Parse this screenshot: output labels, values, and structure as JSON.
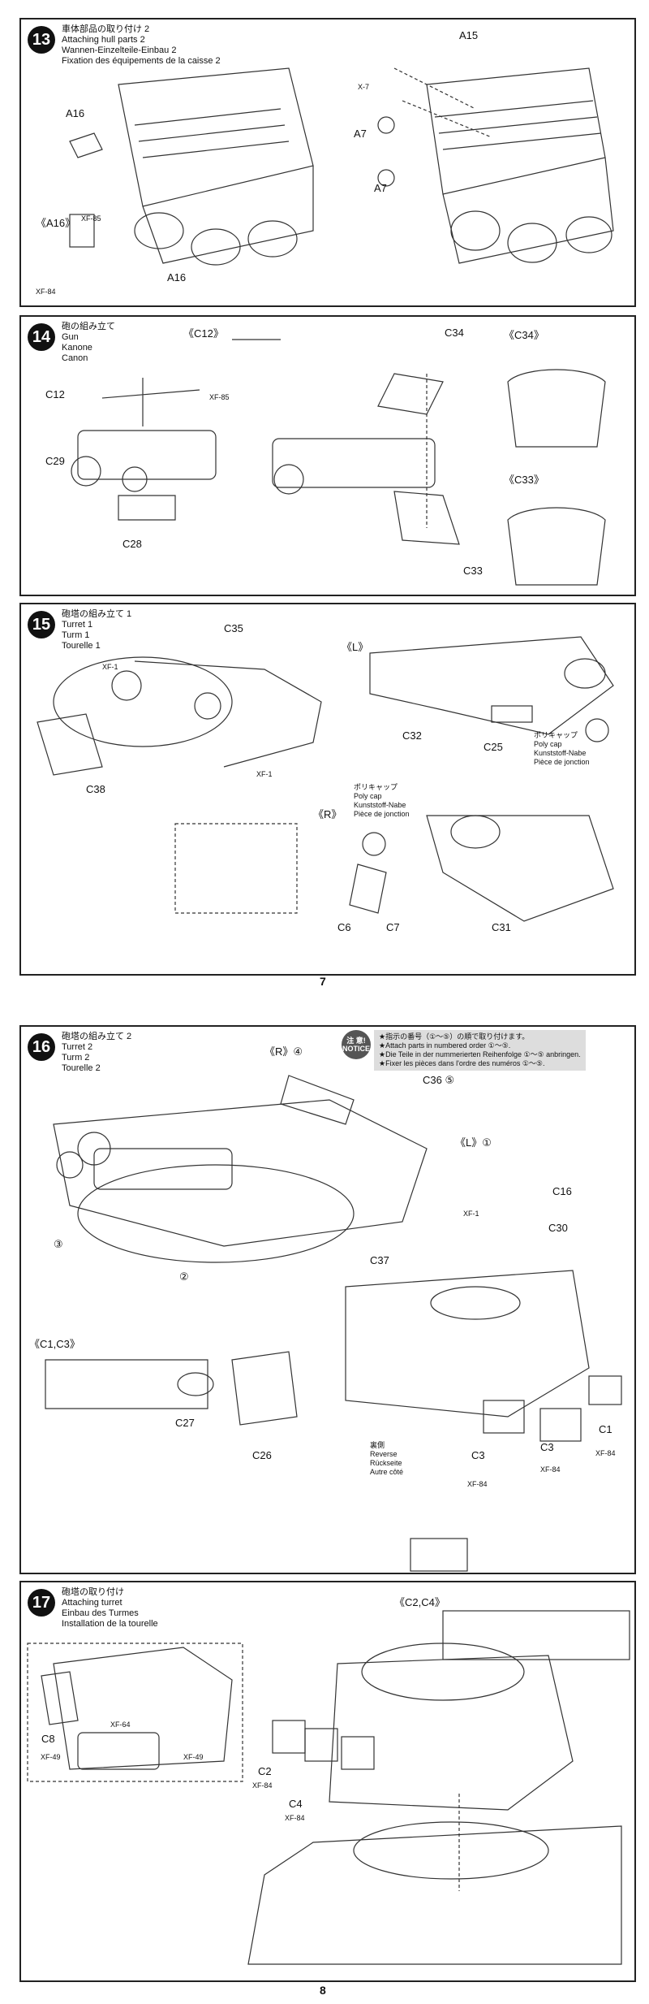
{
  "pages": {
    "left": "7",
    "right": "8"
  },
  "steps": [
    {
      "number": "13",
      "titles": [
        "車体部品の取り付け 2",
        "Attaching hull parts 2",
        "Wannen-Einzelteile-Einbau 2",
        "Fixation des équipements de la caisse 2"
      ],
      "labels": {
        "a15": "A15",
        "a16": "A16",
        "a16b": "A16",
        "a7a": "A7",
        "a7b": "A7",
        "x7": "X-7",
        "detail": "《A16》",
        "xf85": "XF-85",
        "xf84": "XF-84"
      }
    },
    {
      "number": "14",
      "titles": [
        "砲の組み立て",
        "Gun",
        "Kanone",
        "Canon"
      ],
      "labels": {
        "c12d": "《C12》",
        "c34": "C34",
        "c34d": "《C34》",
        "c12": "C12",
        "xf85": "XF-85",
        "c29": "C29",
        "c28": "C28",
        "c33": "C33",
        "c33d": "《C33》"
      }
    },
    {
      "number": "15",
      "titles": [
        "砲塔の組み立て 1",
        "Turret 1",
        "Turm 1",
        "Tourelle 1"
      ],
      "labels": {
        "c35": "C35",
        "l": "《L》",
        "xf1": "XF-1",
        "xf1b": "XF-1",
        "c32": "C32",
        "c25": "C25",
        "c38": "C38",
        "r": "《R》",
        "c6": "C6",
        "c7": "C7",
        "c31": "C31"
      },
      "polycap_l": [
        "ポリキャップ",
        "Poly cap",
        "Kunststoff-Nabe",
        "Pièce de jonction"
      ],
      "polycap_r": [
        "ポリキャップ",
        "Poly cap",
        "Kunststoff-Nabe",
        "Pièce de jonction"
      ]
    },
    {
      "number": "16",
      "titles": [
        "砲塔の組み立て 2",
        "Turret 2",
        "Turm 2",
        "Tourelle 2"
      ],
      "notice_badge": "注 意! NOTICE",
      "notice": [
        "★指示の番号（①〜⑤）の順で取り付けます。",
        "★Attach parts in numbered order ①〜⑤.",
        "★Die Teile in der nummerierten Reihenfolge ①〜⑤ anbringen.",
        "★Fixer les pièces dans l'ordre des numéros ①〜⑤."
      ],
      "labels": {
        "r4": "《R》④",
        "c36": "C36 ⑤",
        "l1": "《L》①",
        "three": "③",
        "two": "②",
        "xf1": "XF-1",
        "c16": "C16",
        "c30": "C30",
        "c37": "C37",
        "c1c3": "《C1,C3》",
        "c27": "C27",
        "c26": "C26",
        "c3a": "C3",
        "c3b": "C3",
        "c1": "C1",
        "xf84a": "XF-84",
        "xf84b": "XF-84",
        "xf84c": "XF-84"
      },
      "reverse": [
        "裏側",
        "Reverse",
        "Rückseite",
        "Autre côté"
      ]
    },
    {
      "number": "17",
      "titles": [
        "砲塔の取り付け",
        "Attaching turret",
        "Einbau des Turmes",
        "Installation de la tourelle"
      ],
      "labels": {
        "c2c4": "《C2,C4》",
        "c8": "C8",
        "xf64": "XF-64",
        "xf49a": "XF-49",
        "xf49b": "XF-49",
        "c2": "C2",
        "c4": "C4",
        "xf84a": "XF-84",
        "xf84b": "XF-84"
      }
    }
  ]
}
